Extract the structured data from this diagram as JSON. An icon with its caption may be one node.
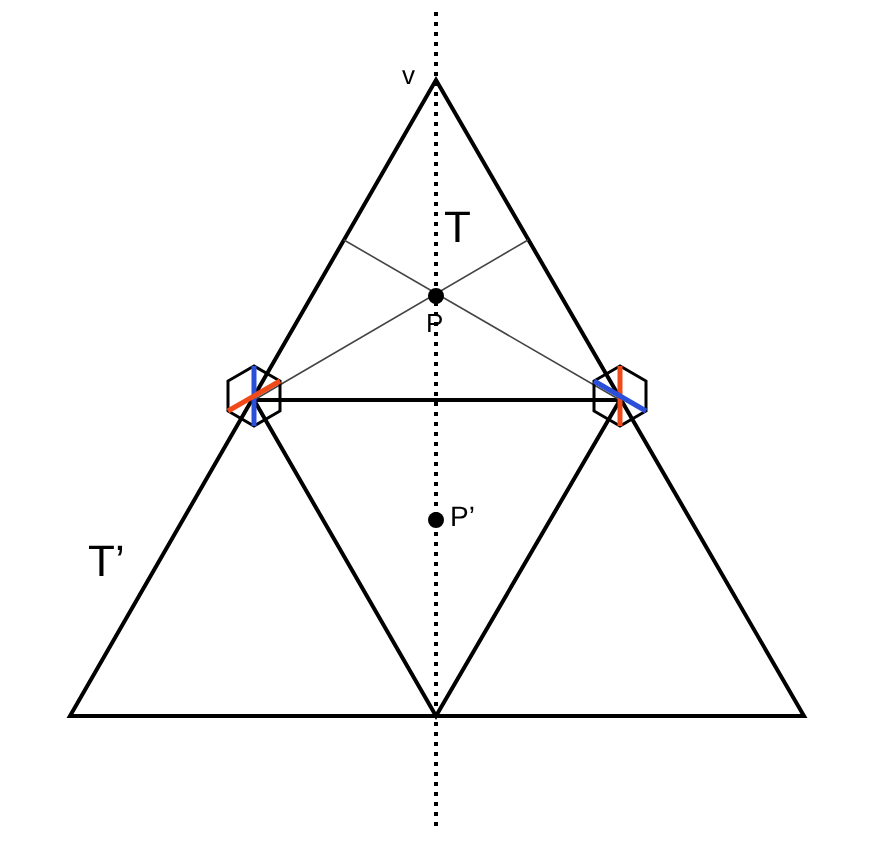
{
  "diagram": {
    "labels": [
      "v",
      "T",
      "P",
      "P’",
      "T’"
    ]
  }
}
